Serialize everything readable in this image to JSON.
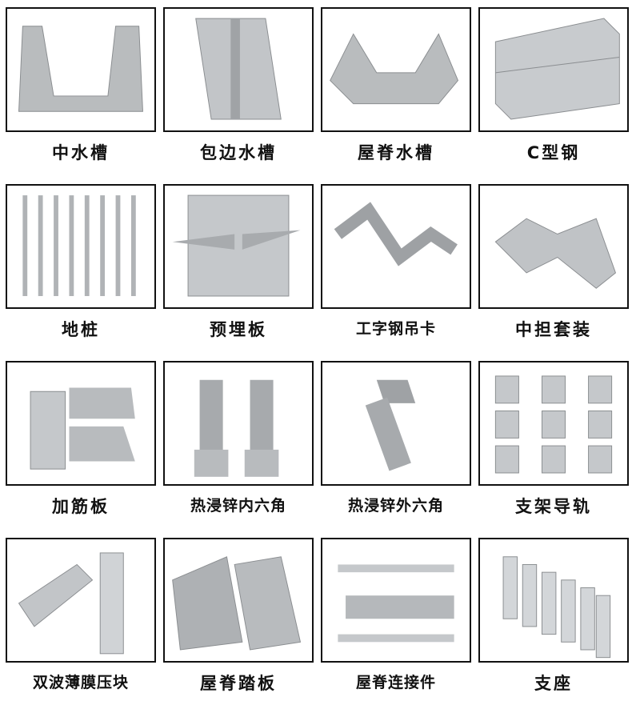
{
  "products": [
    {
      "label": "中水槽",
      "icon": "channel-icon"
    },
    {
      "label": "包边水槽",
      "icon": "edge-channel-icon"
    },
    {
      "label": "屋脊水槽",
      "icon": "ridge-channel-icon"
    },
    {
      "label": "C型钢",
      "icon": "c-steel-icon"
    },
    {
      "label": "地桩",
      "icon": "ground-screw-icon"
    },
    {
      "label": "预埋板",
      "icon": "embedded-plate-icon"
    },
    {
      "label": "工字钢吊卡",
      "icon": "beam-clamp-icon"
    },
    {
      "label": "中担套装",
      "icon": "middle-bracket-icon"
    },
    {
      "label": "加筋板",
      "icon": "stiffener-plate-icon"
    },
    {
      "label": "热浸锌内六角",
      "icon": "hex-socket-bolt-icon"
    },
    {
      "label": "热浸锌外六角",
      "icon": "hex-bolt-icon"
    },
    {
      "label": "支架导轨",
      "icon": "rail-icon"
    },
    {
      "label": "双波薄膜压块",
      "icon": "clamp-block-icon"
    },
    {
      "label": "屋脊踏板",
      "icon": "walkway-plate-icon"
    },
    {
      "label": "屋脊连接件",
      "icon": "ridge-connector-icon"
    },
    {
      "label": "支座",
      "icon": "support-base-icon"
    }
  ]
}
